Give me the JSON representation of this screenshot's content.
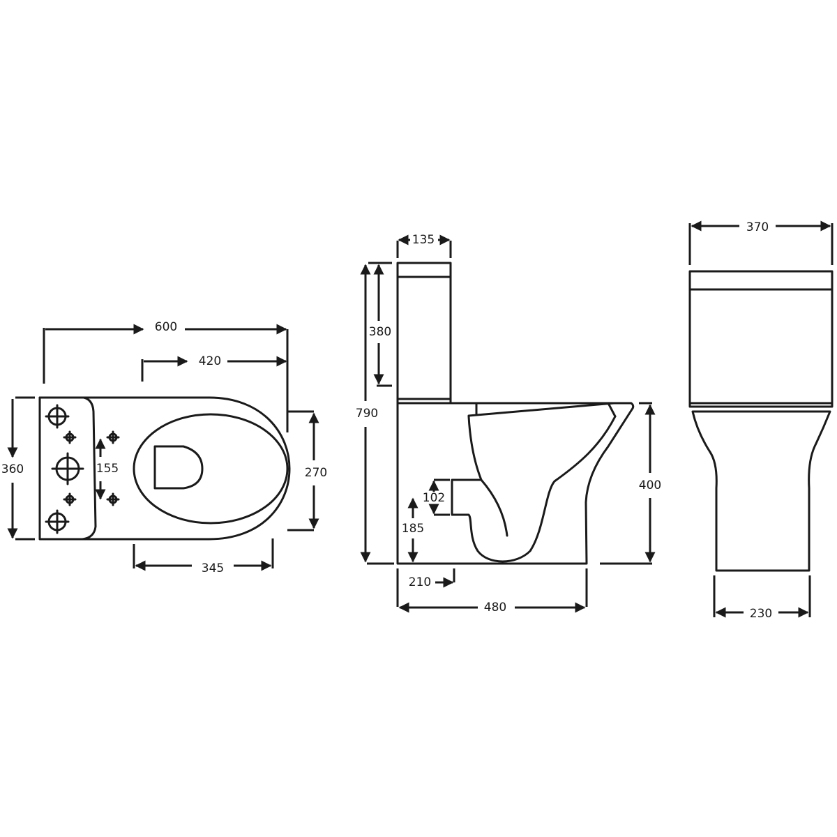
{
  "title": "Close coupled toilet dimension drawing",
  "colors": {
    "line": "#1a1a1a",
    "background": "#ffffff"
  },
  "top_view": {
    "overall_length": "600",
    "pan_length": "420",
    "width": "360",
    "fixing_spacing": "155",
    "seat_width": "270",
    "seat_length": "345"
  },
  "side_view": {
    "cistern_depth": "135",
    "cistern_height": "380",
    "overall_height": "790",
    "pan_height": "400",
    "outlet_diameter": "102",
    "outlet_height": "185",
    "outlet_setback": "210",
    "overall_projection": "480"
  },
  "front_view": {
    "cistern_width": "370",
    "base_width": "230"
  }
}
